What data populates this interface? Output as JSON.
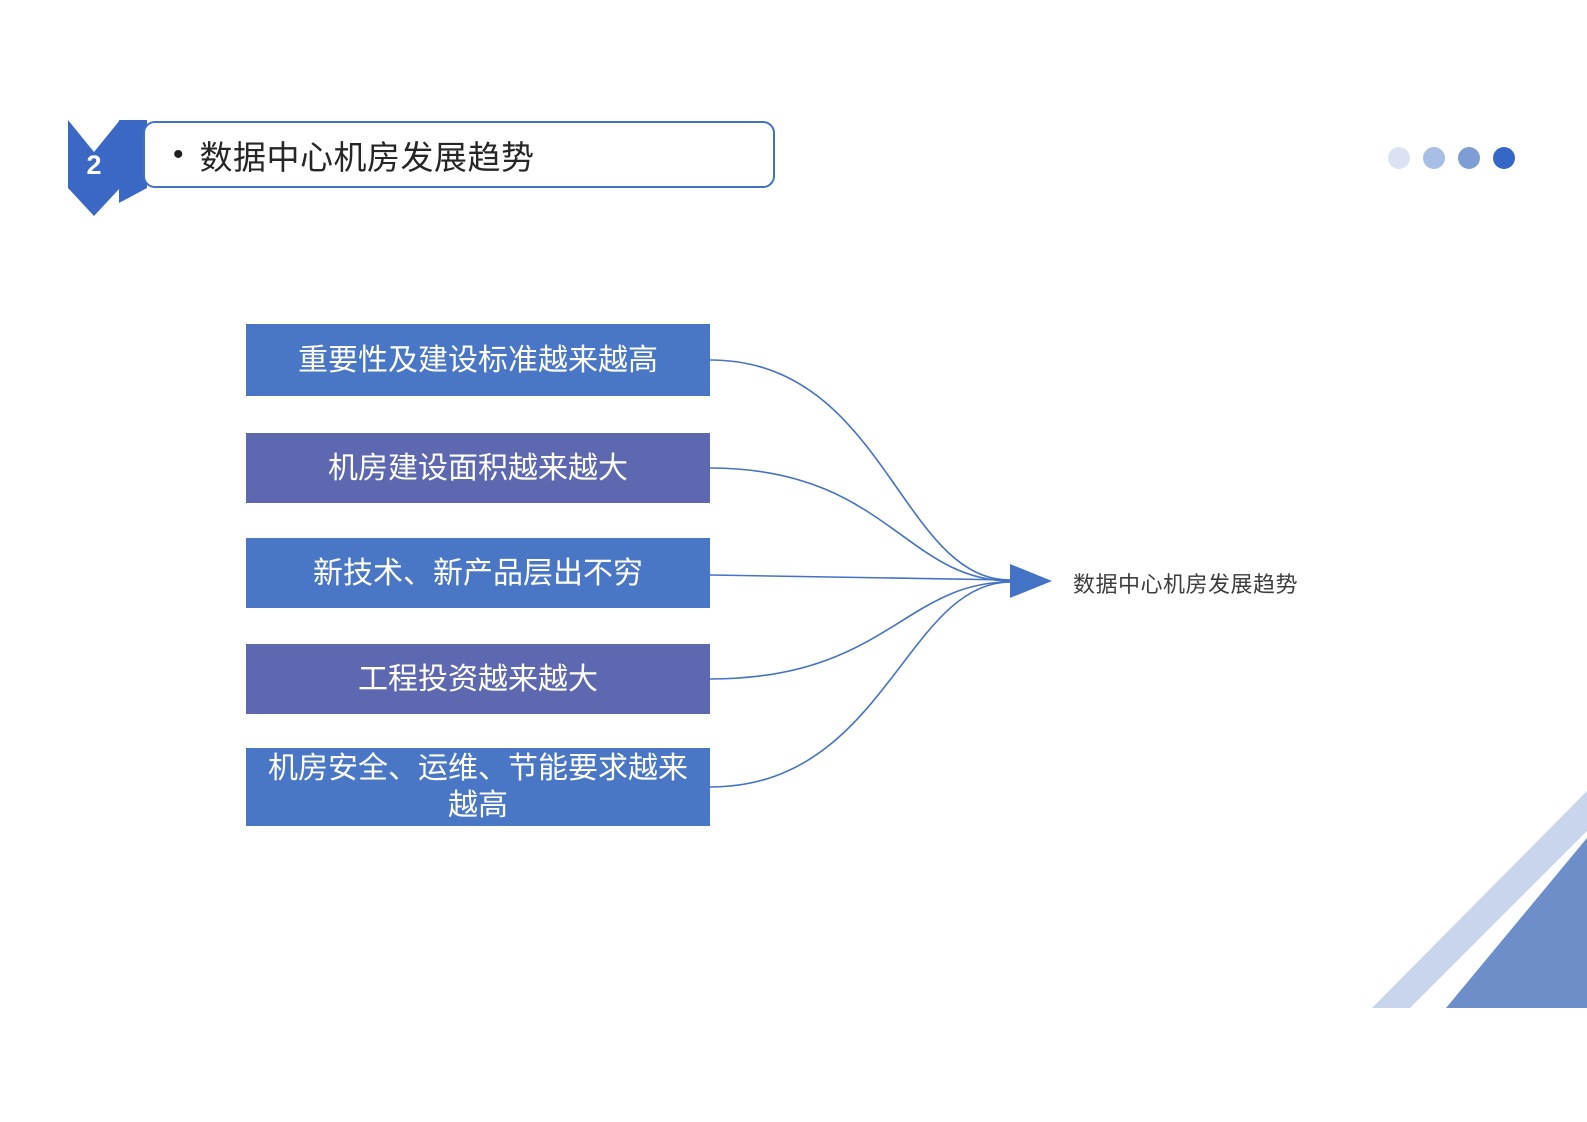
{
  "slide": {
    "page_number": "2",
    "header_bullet": "•",
    "header_title": "数据中心机房发展趋势"
  },
  "progress_dots": {
    "colors": [
      "#dbe3f3",
      "#a9bee4",
      "#7e9dd5",
      "#3667c6"
    ]
  },
  "diagram": {
    "items": [
      {
        "label": "重要性及建设标准越来越高",
        "color": "#4a77c5"
      },
      {
        "label": "机房建设面积越来越大",
        "color": "#5d68b0"
      },
      {
        "label": "新技术、新产品层出不穷",
        "color": "#4a77c5"
      },
      {
        "label": "工程投资越来越大",
        "color": "#5d68b0"
      },
      {
        "label": "机房安全、运维、节能要求越来越高",
        "color": "#4a77c5"
      }
    ],
    "result_label": "数据中心机房发展趋势",
    "connector_color": "#4472c4",
    "arrow_color": "#4472c4"
  },
  "colors": {
    "accent": "#4470c2",
    "ribbon": "#3a68c4",
    "stripe_light": "#c9d5ec",
    "corner_dark": "#6d8ec9"
  }
}
